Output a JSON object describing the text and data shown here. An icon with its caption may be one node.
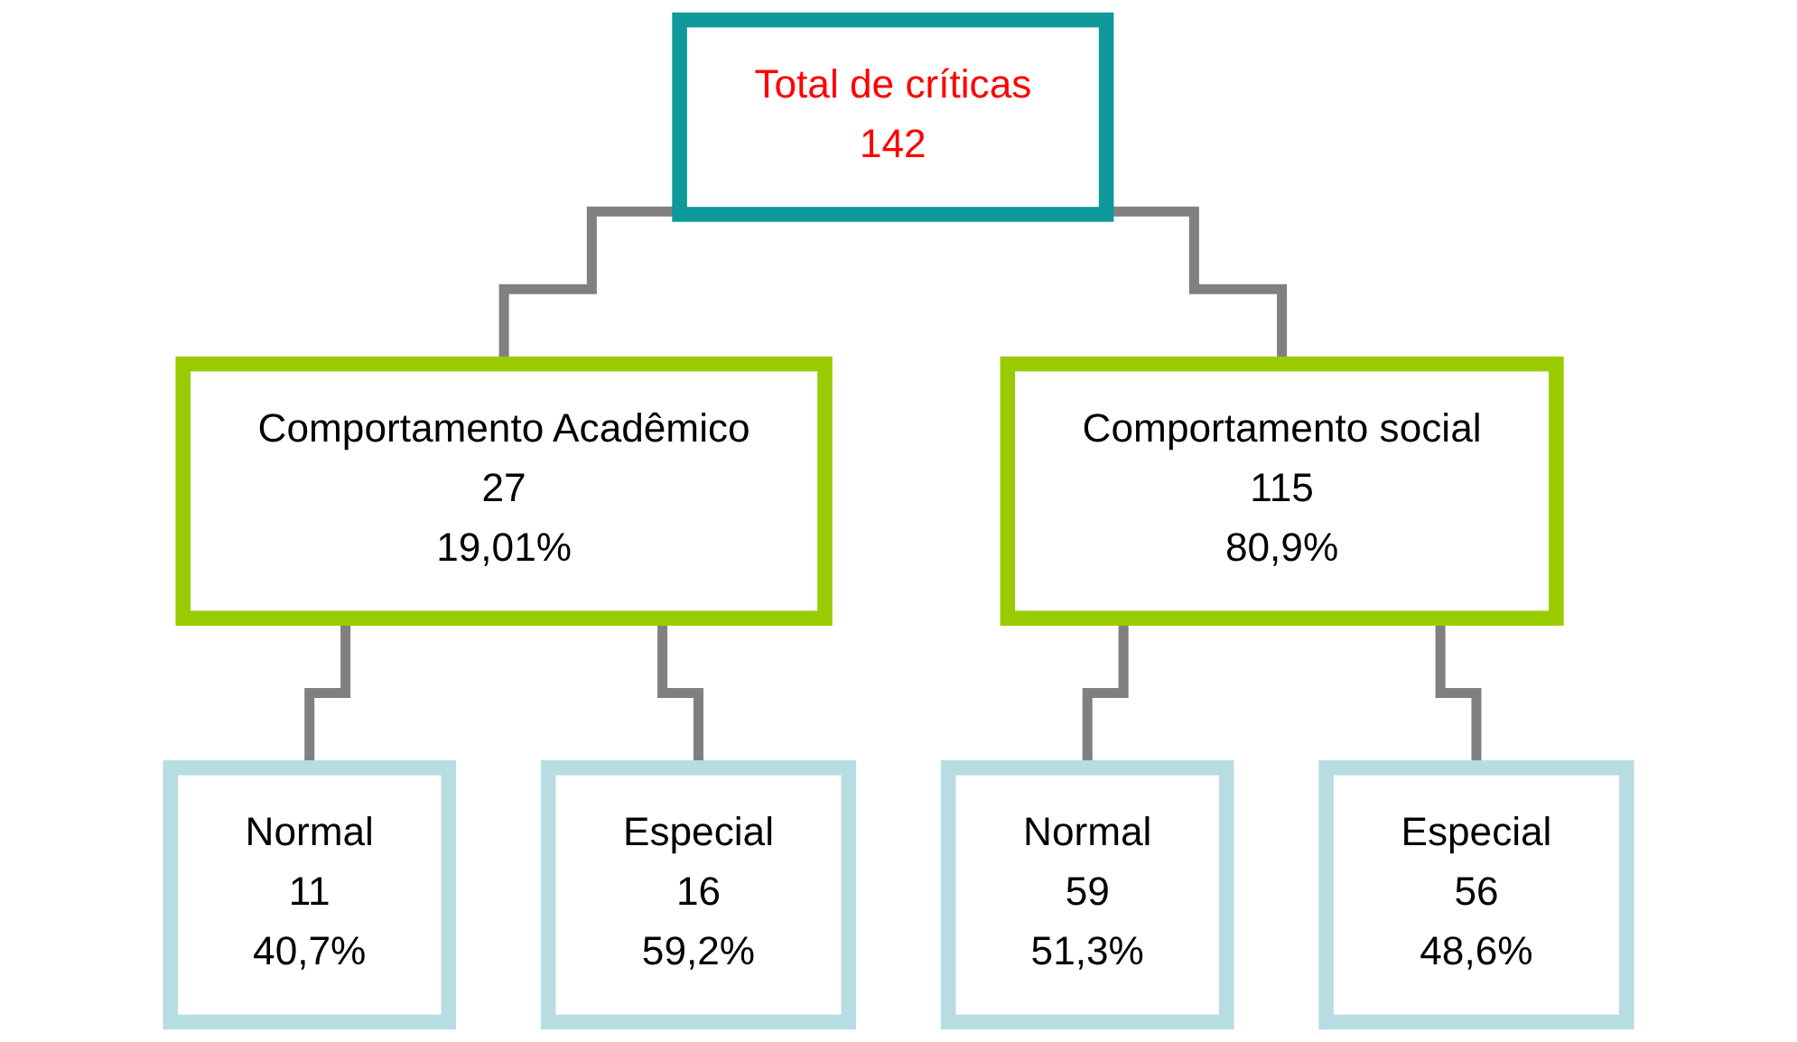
{
  "diagram": {
    "nodes": [
      {
        "text": [
          "Total de críticas",
          "142"
        ]
      },
      {
        "text": [
          "Comportamento Acadêmico",
          "27",
          "19,01%"
        ]
      },
      {
        "text": [
          "Comportamento social",
          "115",
          "80,9%"
        ]
      },
      {
        "text": [
          "Normal",
          "11",
          "40,7%"
        ]
      },
      {
        "text": [
          "Especial",
          "16",
          "59,2%"
        ]
      },
      {
        "text": [
          "Normal",
          "59",
          "51,3%"
        ]
      },
      {
        "text": [
          "Especial",
          "56",
          "48,6%"
        ]
      }
    ],
    "edges": [
      {
        "from": 0,
        "to": 1,
        "arrow": "none"
      },
      {
        "from": 0,
        "to": 2,
        "arrow": "none"
      },
      {
        "from": 1,
        "to": 3,
        "arrow": "none"
      },
      {
        "from": 1,
        "to": 4,
        "arrow": "none"
      },
      {
        "from": 2,
        "to": 5,
        "arrow": "none"
      },
      {
        "from": 2,
        "to": 6,
        "arrow": "none"
      }
    ]
  }
}
